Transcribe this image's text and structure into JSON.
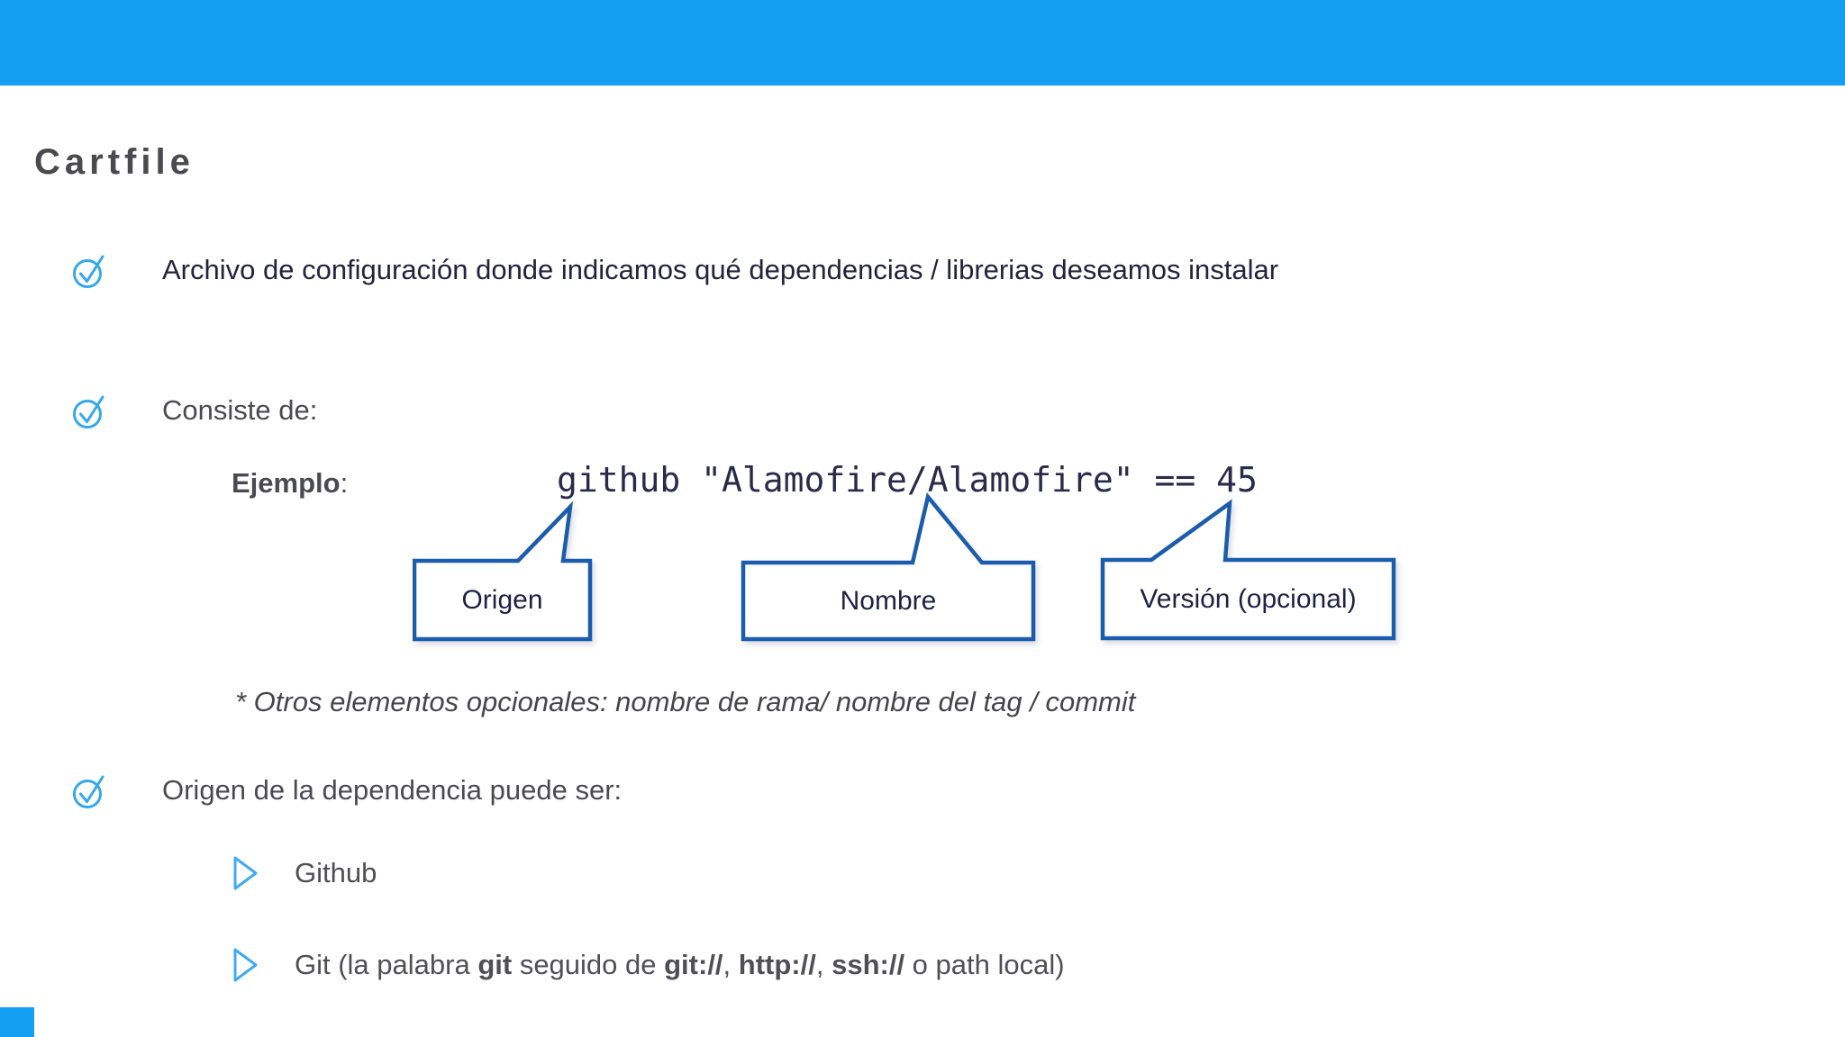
{
  "slide": {
    "title": "Cartfile",
    "bullets": [
      {
        "text": "Archivo de configuración donde indicamos qué dependencias / librerias deseamos instalar"
      },
      {
        "text": "Consiste de:"
      },
      {
        "text": "Origen de la dependencia puede ser:"
      }
    ],
    "example": {
      "label": "Ejemplo",
      "colon": ":",
      "code": "github \"Alamofire/Alamofire\" == 45"
    },
    "callouts": [
      {
        "label": "Origen"
      },
      {
        "label": "Nombre"
      },
      {
        "label": "Versión (opcional)"
      }
    ],
    "note": "* Otros elementos opcionales: nombre de rama/ nombre del tag / commit",
    "origin_list": [
      {
        "segments": [
          {
            "text": "Github"
          }
        ]
      },
      {
        "segments": [
          {
            "text": "Git (la palabra "
          },
          {
            "text": "git",
            "bold": true
          },
          {
            "text": " seguido de "
          },
          {
            "text": "git://",
            "bold": true
          },
          {
            "text": ", "
          },
          {
            "text": "http://",
            "bold": true
          },
          {
            "text": ", "
          },
          {
            "text": "ssh://",
            "bold": true
          },
          {
            "text": " o path local)"
          }
        ]
      }
    ],
    "colors": {
      "header_blue": "#149EF2",
      "check_icon_blue": "#35A8EA",
      "triangle_icon_blue": "#3FA9F5",
      "callout_border_blue": "#1C5CAD",
      "body_text": "#4A4A51",
      "dark_navy_text": "#23233E",
      "code_text": "#2A2A4A"
    }
  }
}
